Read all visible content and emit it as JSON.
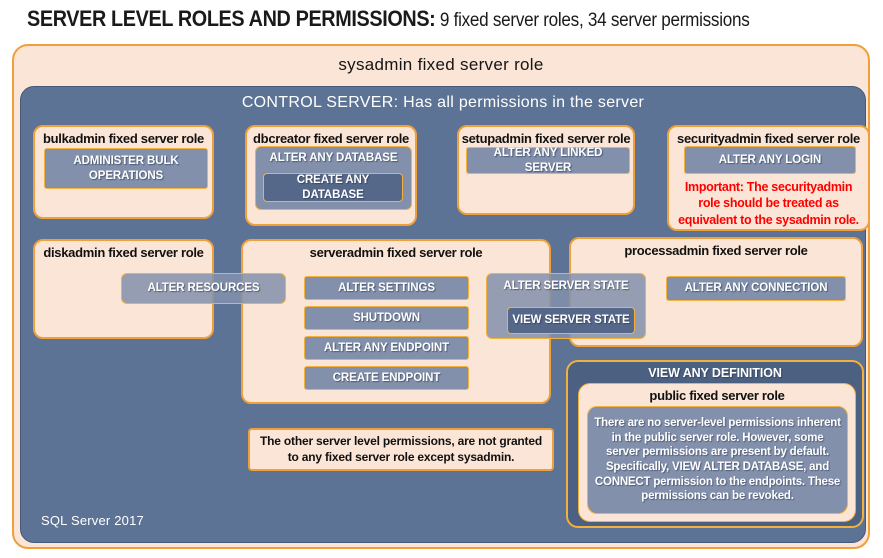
{
  "header": {
    "title_bold": "SERVER LEVEL ROLES AND PERMISSIONS:",
    "title_rest": " 9 fixed server roles, 34 server permissions"
  },
  "sysadmin_box": {
    "title": "sysadmin fixed server role"
  },
  "control_server_box": {
    "title": "CONTROL SERVER: Has all permissions in the server"
  },
  "roles": {
    "bulkadmin": {
      "title": "bulkadmin fixed server role",
      "permission": "ADMINISTER BULK OPERATIONS"
    },
    "dbcreator": {
      "title": "dbcreator fixed server role",
      "permission_outer": "ALTER ANY DATABASE",
      "permission_inner": "CREATE ANY DATABASE"
    },
    "setupadmin": {
      "title": "setupadmin fixed server role",
      "permission": "ALTER ANY LINKED SERVER"
    },
    "securityadmin": {
      "title": "securityadmin fixed server role",
      "permission": "ALTER ANY LOGIN",
      "warning": "Important: The securityadmin role should be treated as equivalent to the sysadmin role."
    },
    "diskadmin": {
      "title": "diskadmin fixed server role",
      "permission": "ALTER RESOURCES"
    },
    "serveradmin": {
      "title": "serveradmin fixed server role",
      "permissions": [
        "ALTER SETTINGS",
        "SHUTDOWN",
        "ALTER ANY ENDPOINT",
        "CREATE ENDPOINT"
      ],
      "permission_outer": "ALTER SERVER STATE",
      "permission_inner": "VIEW SERVER STATE"
    },
    "processadmin": {
      "title": "processadmin fixed server role",
      "permission": "ALTER ANY CONNECTION"
    },
    "public": {
      "group_permission": "VIEW ANY DEFINITION",
      "title": "public fixed server role",
      "note": "There are no server-level permissions inherent in the public server role. However, some server permissions are present by default. Specifically, VIEW ALTER DATABASE, and CONNECT permission to the endpoints. These permissions can be revoked."
    }
  },
  "note_box": {
    "text": "The other server level permissions, are not granted to any fixed server role except sysadmin."
  },
  "footer": {
    "label": "SQL Server 2017"
  },
  "colors": {
    "peach_fill": "#FBE5D6",
    "orange_border": "#EFA03B",
    "gold_border": "#F2B03C",
    "blue_panel": "#5C7395",
    "permission_fill": "#8290AC",
    "permission_dark_fill": "#56688A",
    "view_any_definition_fill": "#4C6182",
    "warning_red": "#FF0000"
  }
}
